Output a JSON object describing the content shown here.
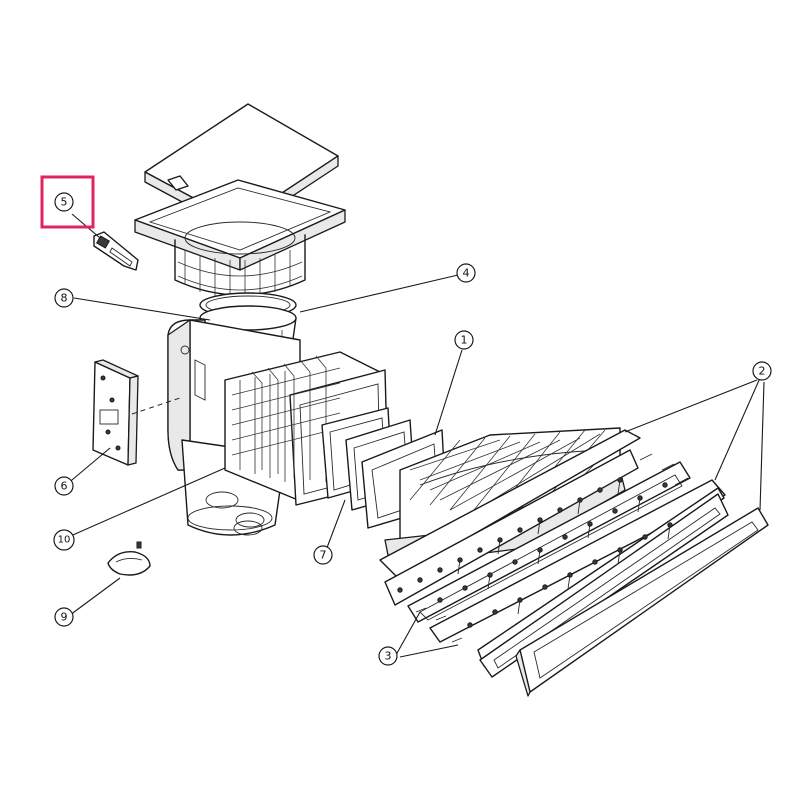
{
  "callouts": [
    {
      "id": "1",
      "label": "1"
    },
    {
      "id": "2",
      "label": "2"
    },
    {
      "id": "3",
      "label": "3"
    },
    {
      "id": "4",
      "label": "4"
    },
    {
      "id": "5",
      "label": "5"
    },
    {
      "id": "6",
      "label": "6"
    },
    {
      "id": "7",
      "label": "7"
    },
    {
      "id": "8",
      "label": "8"
    },
    {
      "id": "9",
      "label": "9"
    },
    {
      "id": "10",
      "label": "10"
    }
  ],
  "highlighted_callout": "5",
  "highlight_color": "#e0245e",
  "line_color": "#1a1a1a"
}
